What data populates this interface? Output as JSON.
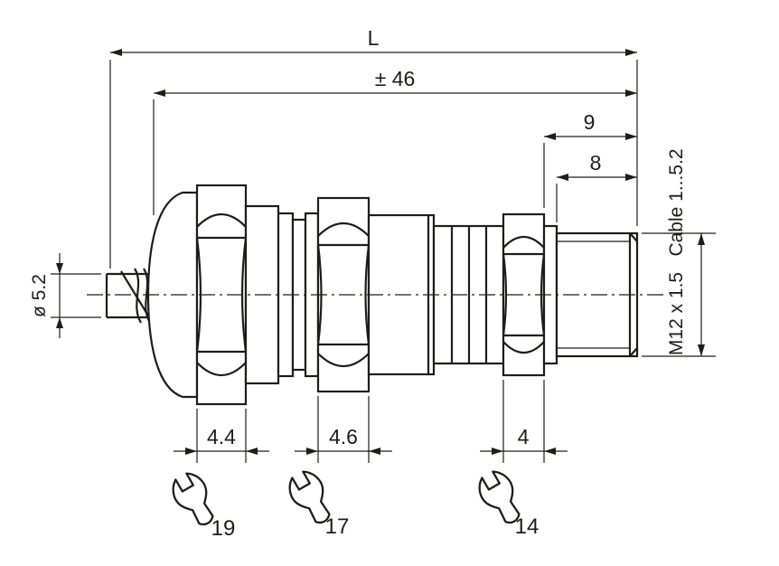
{
  "drawing": {
    "dimensions": {
      "overall_length": "L",
      "body_length": "± 46",
      "stud_length": "9",
      "thread_length": "8",
      "cable_diameter": "ø 5.2",
      "nut19_width": "4.4",
      "nut17_width": "4.6",
      "nut14_width": "4"
    },
    "labels": {
      "cable_range": "Cable 1...5.2",
      "thread_spec": "M12 x 1.5"
    },
    "wrench_sizes": {
      "nut19": "19",
      "nut17": "17",
      "nut14": "14"
    },
    "colors": {
      "line": "#1d1d1b",
      "background": "#ffffff"
    }
  }
}
